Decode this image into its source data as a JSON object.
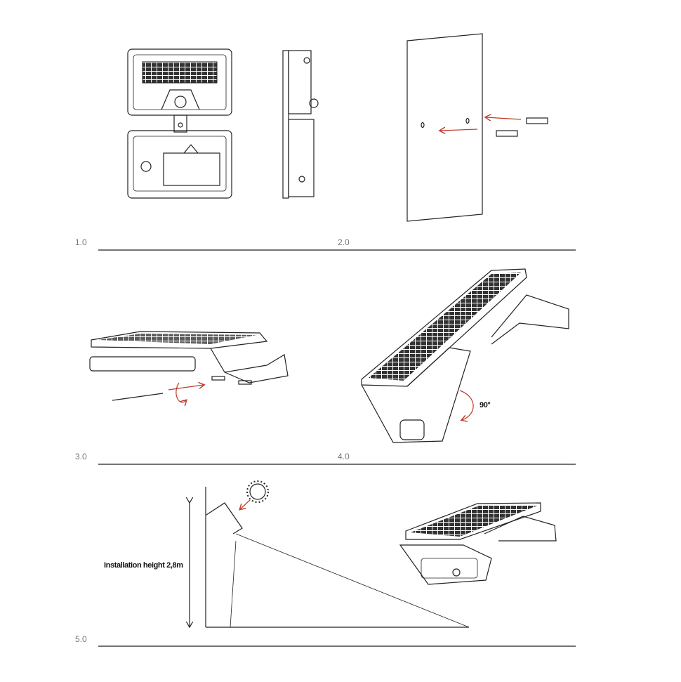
{
  "steps": [
    {
      "number": "1.0"
    },
    {
      "number": "2.0"
    },
    {
      "number": "3.0"
    },
    {
      "number": "4.0"
    },
    {
      "number": "5.0"
    }
  ],
  "annotations": {
    "rotation_angle": "90°",
    "installation_height": "Installation height 2,8m"
  },
  "colors": {
    "arrow": "#c0392b",
    "line": "#222222",
    "step_label": "#777777"
  }
}
